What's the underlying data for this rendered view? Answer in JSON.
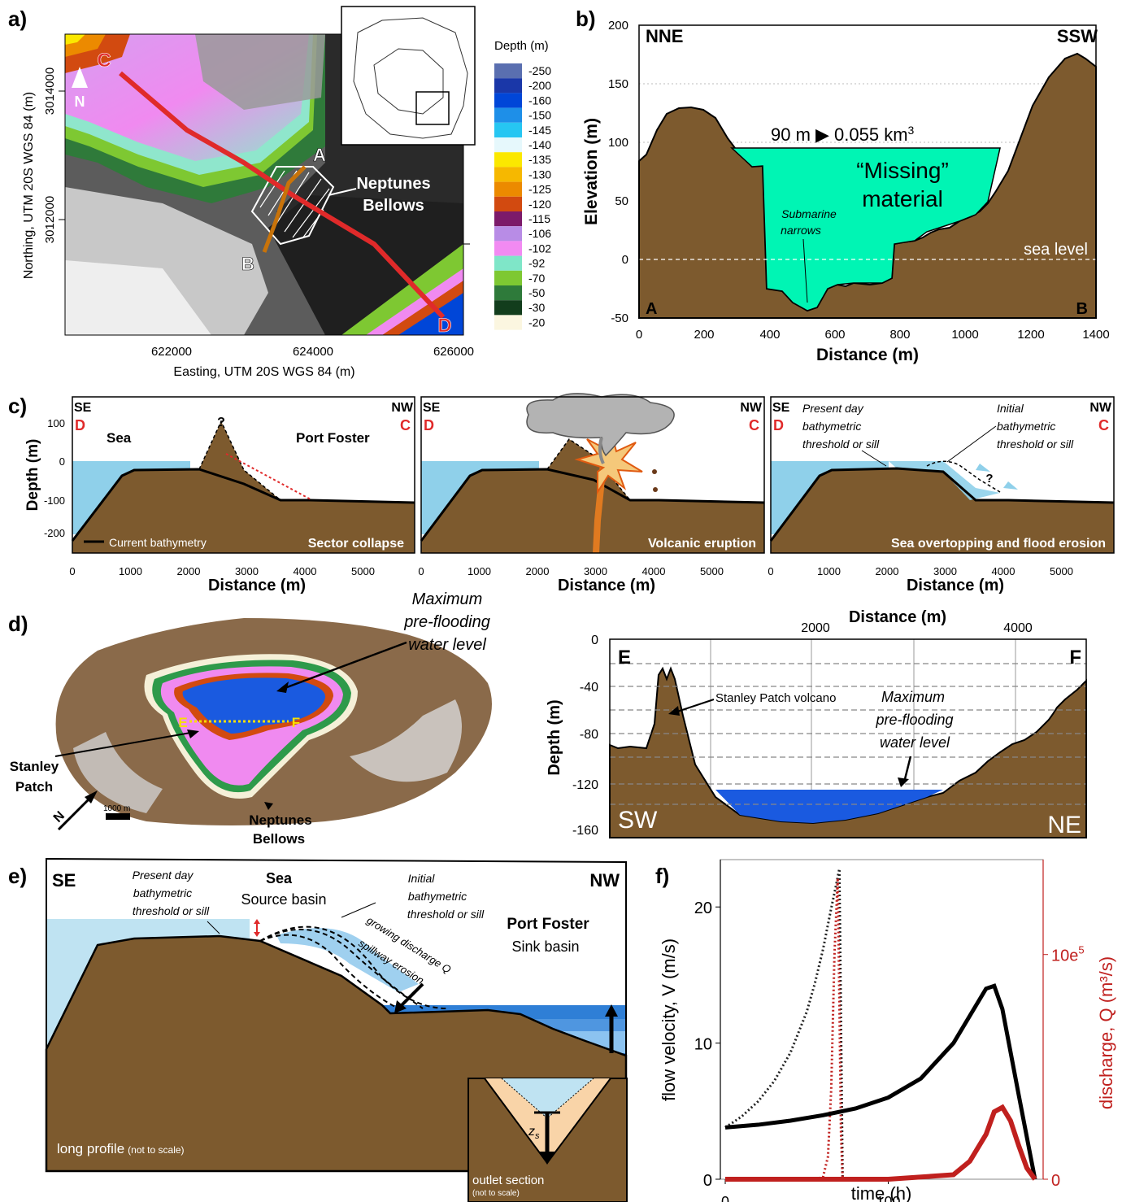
{
  "panel_labels": {
    "a": "a)",
    "b": "b)",
    "c": "c)",
    "d": "d)",
    "e": "e)",
    "f": "f)"
  },
  "panel_a": {
    "ylabel": "Northing, UTM 20S WGS 84 (m)",
    "xlabel": "Easting, UTM 20S WGS 84 (m)",
    "x_ticks": [
      "622000",
      "624000",
      "626000"
    ],
    "y_ticks": [
      "3014000",
      "3012000"
    ],
    "north": "N",
    "point_labels": {
      "c": "C",
      "d": "D",
      "a": "A",
      "b": "B"
    },
    "feature_label_1": "Neptunes",
    "feature_label_2": "Bellows",
    "legend_title": "Depth (m)",
    "legend": [
      {
        "label": "-250",
        "color": "#5a6fb0"
      },
      {
        "label": "-200",
        "color": "#1a37a8"
      },
      {
        "label": "-160",
        "color": "#0046d8"
      },
      {
        "label": "-150",
        "color": "#1e8fe8"
      },
      {
        "label": "-145",
        "color": "#26c6f2"
      },
      {
        "label": "-140",
        "color": "#e6f8fc"
      },
      {
        "label": "-135",
        "color": "#fbe800"
      },
      {
        "label": "-130",
        "color": "#f6b800"
      },
      {
        "label": "-125",
        "color": "#ec8a00"
      },
      {
        "label": "-120",
        "color": "#d24a10"
      },
      {
        "label": "-115",
        "color": "#7c1a6a"
      },
      {
        "label": "-106",
        "color": "#b88ce6"
      },
      {
        "label": "-102",
        "color": "#f28af2"
      },
      {
        "label": "-92",
        "color": "#7fe6c8"
      },
      {
        "label": "-70",
        "color": "#7ec832"
      },
      {
        "label": "-50",
        "color": "#2e7a3a"
      },
      {
        "label": "-30",
        "color": "#123d1c"
      },
      {
        "label": "-20",
        "color": "#fbf6e0"
      }
    ]
  },
  "panel_b": {
    "ylabel": "Elevation (m)",
    "xlabel": "Distance (m)",
    "x_ticks": [
      "0",
      "200",
      "400",
      "600",
      "800",
      "1000",
      "1200",
      "1400"
    ],
    "y_ticks": [
      "200",
      "150",
      "100",
      "50",
      "0",
      "-50"
    ],
    "left_dir": "NNE",
    "right_dir": "SSW",
    "left_point": "A",
    "right_point": "B",
    "volume_prefix": "90 m ▶ 0.055 km",
    "volume_exp": "3",
    "missing_1": "“Missing”",
    "missing_2": "material",
    "narrows_1": "Submarine",
    "narrows_2": "narrows",
    "sea_level": "sea level"
  },
  "panel_c": {
    "ylabel": "Depth (m)",
    "xlabel": "Distance (m)",
    "x_ticks": [
      "0",
      "1000",
      "2000",
      "3000",
      "4000",
      "5000"
    ],
    "y_ticks": [
      "100",
      "0",
      "-100",
      "-200"
    ],
    "left_dir": "SE",
    "right_dir": "NW",
    "left_point": "D",
    "right_point": "C",
    "question": "?",
    "sub1": {
      "sea": "Sea",
      "port": "Port Foster",
      "legend": "Current bathymetry",
      "title": "Sector collapse"
    },
    "sub2": {
      "title": "Volcanic eruption"
    },
    "sub3": {
      "title": "Sea overtopping and flood erosion",
      "present_1": "Present day",
      "present_2": "bathymetric",
      "present_3": "threshold or sill",
      "initial_1": "Initial",
      "initial_2": "bathymetric",
      "initial_3": "threshold or sill"
    }
  },
  "panel_d": {
    "max_1": "Maximum",
    "max_2": "pre-flooding",
    "max_3": "water level",
    "stanley_1": "Stanley",
    "stanley_2": "Patch",
    "neptunes_1": "Neptunes",
    "neptunes_2": "Bellows",
    "north": "N",
    "scale": "1000 m",
    "e_label": "E",
    "f_label": "F"
  },
  "panel_d2": {
    "xlabel": "Distance (m)",
    "ylabel": "Depth (m)",
    "x_ticks": [
      "2000",
      "4000"
    ],
    "y_ticks": [
      "0",
      "-40",
      "-80",
      "-120",
      "-160"
    ],
    "e_label": "E",
    "f_label": "F",
    "sw": "SW",
    "ne": "NE",
    "stanley": "Stanley Patch volcano",
    "max_1": "Maximum",
    "max_2": "pre-flooding",
    "max_3": "water level"
  },
  "panel_e": {
    "se": "SE",
    "nw": "NW",
    "present_1": "Present day",
    "present_2": "bathymetric",
    "present_3": "threshold or sill",
    "sea": "Sea",
    "source": "Source basin",
    "initial_1": "Initial",
    "initial_2": "bathymetric",
    "initial_3": "threshold or sill",
    "growing": "growing discharge Q",
    "spillway": "spillway erosion",
    "port": "Port Foster",
    "sink": "Sink basin",
    "long": "long profile",
    "long_note": "(not to scale)",
    "outlet": "outlet section",
    "outlet_note": "(not to scale)",
    "zs": "z",
    "zs_sub": "s"
  },
  "chart_data": {
    "type": "line",
    "xlabel": "time (h)",
    "ylabel": "flow velocity, V (m/s)",
    "y2label": "discharge, Q (m³/s)",
    "x_ticks": [
      "0",
      "100"
    ],
    "y_ticks": [
      "0",
      "10",
      "20"
    ],
    "y2_ticks": [
      "0",
      "10e"
    ],
    "y2_tick_exp": "5",
    "xlim": [
      -3,
      195
    ],
    "ylim": [
      0,
      23
    ],
    "y2lim": [
      0,
      13.5
    ],
    "series": [
      {
        "axis": "left",
        "style": "dotted",
        "color": "#222222",
        "x": [
          0,
          10,
          20,
          30,
          40,
          50,
          55,
          60,
          65,
          68,
          70,
          72
        ],
        "y": [
          3.8,
          4.6,
          5.7,
          7.2,
          9.3,
          12.3,
          14.4,
          16.9,
          19.9,
          21.6,
          22.8,
          0
        ]
      },
      {
        "axis": "right",
        "style": "dotted",
        "color": "#c0201e",
        "x": [
          0,
          55,
          60,
          63,
          65,
          67,
          69,
          70,
          71,
          72
        ],
        "y": [
          0,
          0,
          0.1,
          1.0,
          4.0,
          10.0,
          13.4,
          8.0,
          2.0,
          0
        ]
      },
      {
        "axis": "left",
        "style": "solid",
        "color": "#000000",
        "x": [
          0,
          20,
          40,
          60,
          80,
          100,
          120,
          140,
          150,
          160,
          165,
          170,
          180,
          190
        ],
        "y": [
          3.8,
          4.0,
          4.3,
          4.7,
          5.2,
          6.0,
          7.4,
          10.0,
          12.0,
          14.0,
          14.2,
          12.5,
          6.2,
          0
        ]
      },
      {
        "axis": "right",
        "style": "solid",
        "color": "#c0201e",
        "x": [
          0,
          100,
          140,
          150,
          160,
          165,
          170,
          175,
          180,
          185,
          190
        ],
        "y": [
          0,
          0,
          0.2,
          0.8,
          2.0,
          3.0,
          3.2,
          2.6,
          1.5,
          0.5,
          0
        ]
      }
    ]
  }
}
